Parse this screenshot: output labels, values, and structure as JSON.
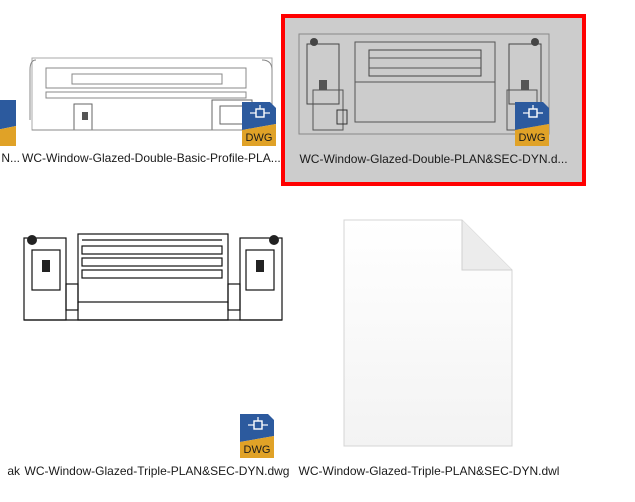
{
  "files": [
    {
      "name": "N...",
      "kind": "dwg",
      "selected": false
    },
    {
      "name": "WC-Window-Glazed-Double-Basic-Profile-PLA...",
      "kind": "dwg",
      "selected": false
    },
    {
      "name": "WC-Window-Glazed-Double-PLAN&SEC-DYN.d...",
      "kind": "dwg",
      "selected": true
    },
    {
      "name": "ak",
      "kind": "bak",
      "selected": false
    },
    {
      "name": "WC-Window-Glazed-Triple-PLAN&SEC-DYN.dwg",
      "kind": "dwg",
      "selected": false
    },
    {
      "name": "WC-Window-Glazed-Triple-PLAN&SEC-DYN.dwl",
      "kind": "dwl",
      "selected": false
    }
  ],
  "badge_text": "DWG",
  "colors": {
    "selection_border": "#ff0000",
    "selection_fill": "#cccccc",
    "dwg_blue": "#2c5a9e",
    "dwg_gold": "#e0a227"
  }
}
